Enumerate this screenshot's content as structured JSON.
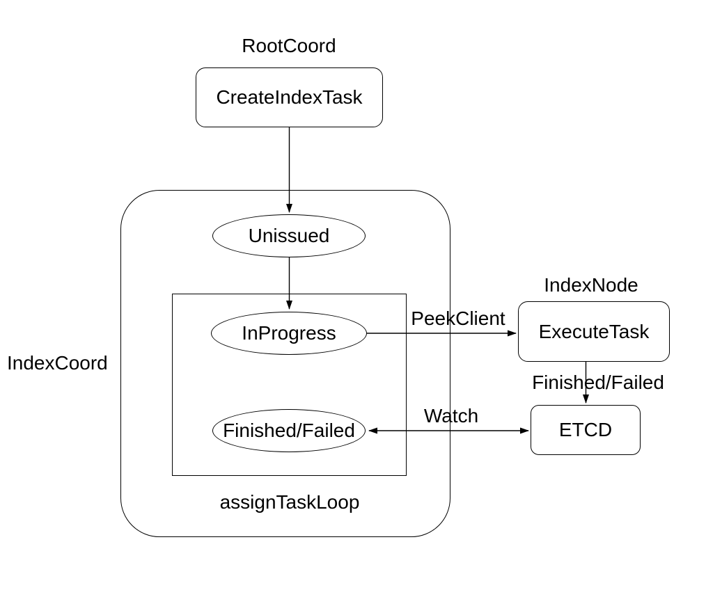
{
  "colors": {
    "background": "#ffffff",
    "stroke": "#000000",
    "text": "#000000"
  },
  "labels": {
    "root_coord": "RootCoord",
    "index_node": "IndexNode",
    "index_coord": "IndexCoord",
    "assign_task_loop": "assignTaskLoop"
  },
  "nodes": {
    "create_index_task": {
      "label": "CreateIndexTask",
      "shape": "rounded-rectangle",
      "group": "RootCoord"
    },
    "unissued": {
      "label": "Unissued",
      "shape": "ellipse",
      "group": "IndexCoord"
    },
    "in_progress": {
      "label": "InProgress",
      "shape": "ellipse",
      "group": "assignTaskLoop"
    },
    "finished_failed": {
      "label": "Finished/Failed",
      "shape": "ellipse",
      "group": "assignTaskLoop"
    },
    "execute_task": {
      "label": "ExecuteTask",
      "shape": "rounded-rectangle",
      "group": "IndexNode"
    },
    "etcd": {
      "label": "ETCD",
      "shape": "rounded-rectangle",
      "group": ""
    }
  },
  "edges": [
    {
      "from": "CreateIndexTask",
      "to": "Unissued",
      "label": "",
      "direction": "one-way"
    },
    {
      "from": "Unissued",
      "to": "InProgress",
      "label": "",
      "direction": "one-way"
    },
    {
      "from": "InProgress",
      "to": "ExecuteTask",
      "label": "PeekClient",
      "direction": "one-way"
    },
    {
      "from": "ExecuteTask",
      "to": "ETCD",
      "label": "Finished/Failed",
      "direction": "one-way"
    },
    {
      "from": "Finished/Failed",
      "to": "ETCD",
      "label": "Watch",
      "direction": "two-way"
    }
  ]
}
